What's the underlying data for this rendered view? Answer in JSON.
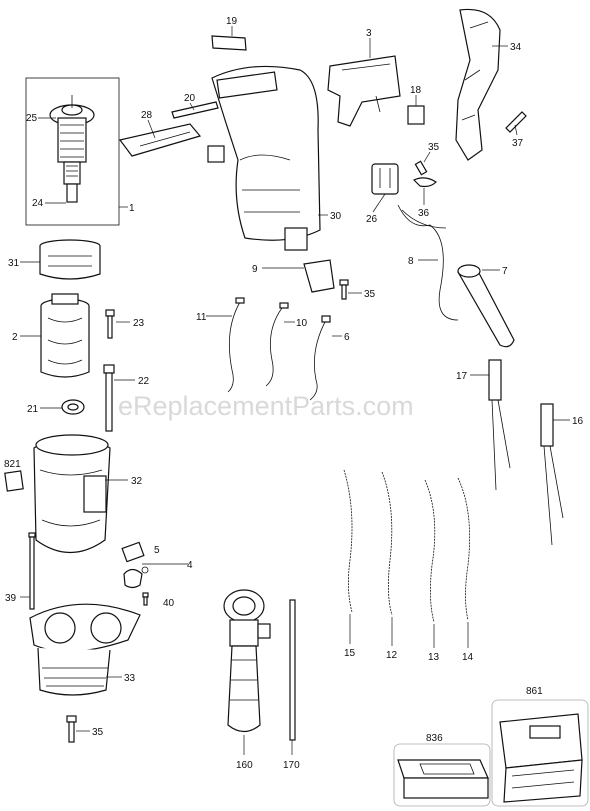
{
  "watermark": "eReplacementParts.com",
  "labels": {
    "p1": "1",
    "p2": "2",
    "p3": "3",
    "p4": "4",
    "p5": "5",
    "p6": "6",
    "p7": "7",
    "p8": "8",
    "p9": "9",
    "p10": "10",
    "p11": "11",
    "p12": "12",
    "p13": "13",
    "p14": "14",
    "p15": "15",
    "p16": "16",
    "p17": "17",
    "p18": "18",
    "p19": "19",
    "p20": "20",
    "p21": "21",
    "p22": "22",
    "p23": "23",
    "p24": "24",
    "p25": "25",
    "p26": "26",
    "p28": "28",
    "p30": "30",
    "p31": "31",
    "p32": "32",
    "p33": "33",
    "p34": "34",
    "p35a": "35",
    "p35b": "35",
    "p35c": "35",
    "p36": "36",
    "p37": "37",
    "p39": "39",
    "p40": "40",
    "p160": "160",
    "p170": "170",
    "p821": "821",
    "p836": "836",
    "p861": "861"
  }
}
